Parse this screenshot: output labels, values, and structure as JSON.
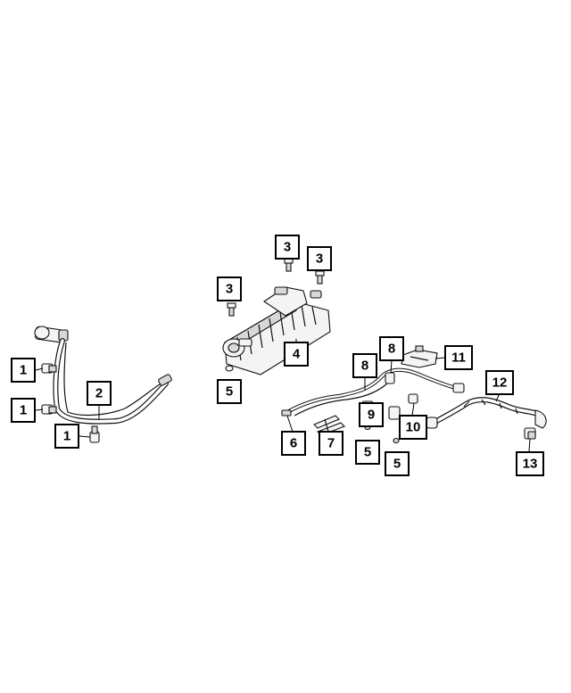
{
  "callouts": [
    {
      "id": "c1a",
      "label": "1"
    },
    {
      "id": "c1b",
      "label": "1"
    },
    {
      "id": "c1c",
      "label": "1"
    },
    {
      "id": "c2",
      "label": "2"
    },
    {
      "id": "c3a",
      "label": "3"
    },
    {
      "id": "c3b",
      "label": "3"
    },
    {
      "id": "c3c",
      "label": "3"
    },
    {
      "id": "c4",
      "label": "4"
    },
    {
      "id": "c5a",
      "label": "5"
    },
    {
      "id": "c5b",
      "label": "5"
    },
    {
      "id": "c5c",
      "label": "5"
    },
    {
      "id": "c6",
      "label": "6"
    },
    {
      "id": "c7",
      "label": "7"
    },
    {
      "id": "c8a",
      "label": "8"
    },
    {
      "id": "c8b",
      "label": "8"
    },
    {
      "id": "c9",
      "label": "9"
    },
    {
      "id": "c10",
      "label": "10"
    },
    {
      "id": "c11",
      "label": "11"
    },
    {
      "id": "c12",
      "label": "12"
    },
    {
      "id": "c13",
      "label": "13"
    }
  ],
  "colors": {
    "ink": "#000000",
    "paper": "#ffffff",
    "part_fill": "#f4f4f4"
  }
}
